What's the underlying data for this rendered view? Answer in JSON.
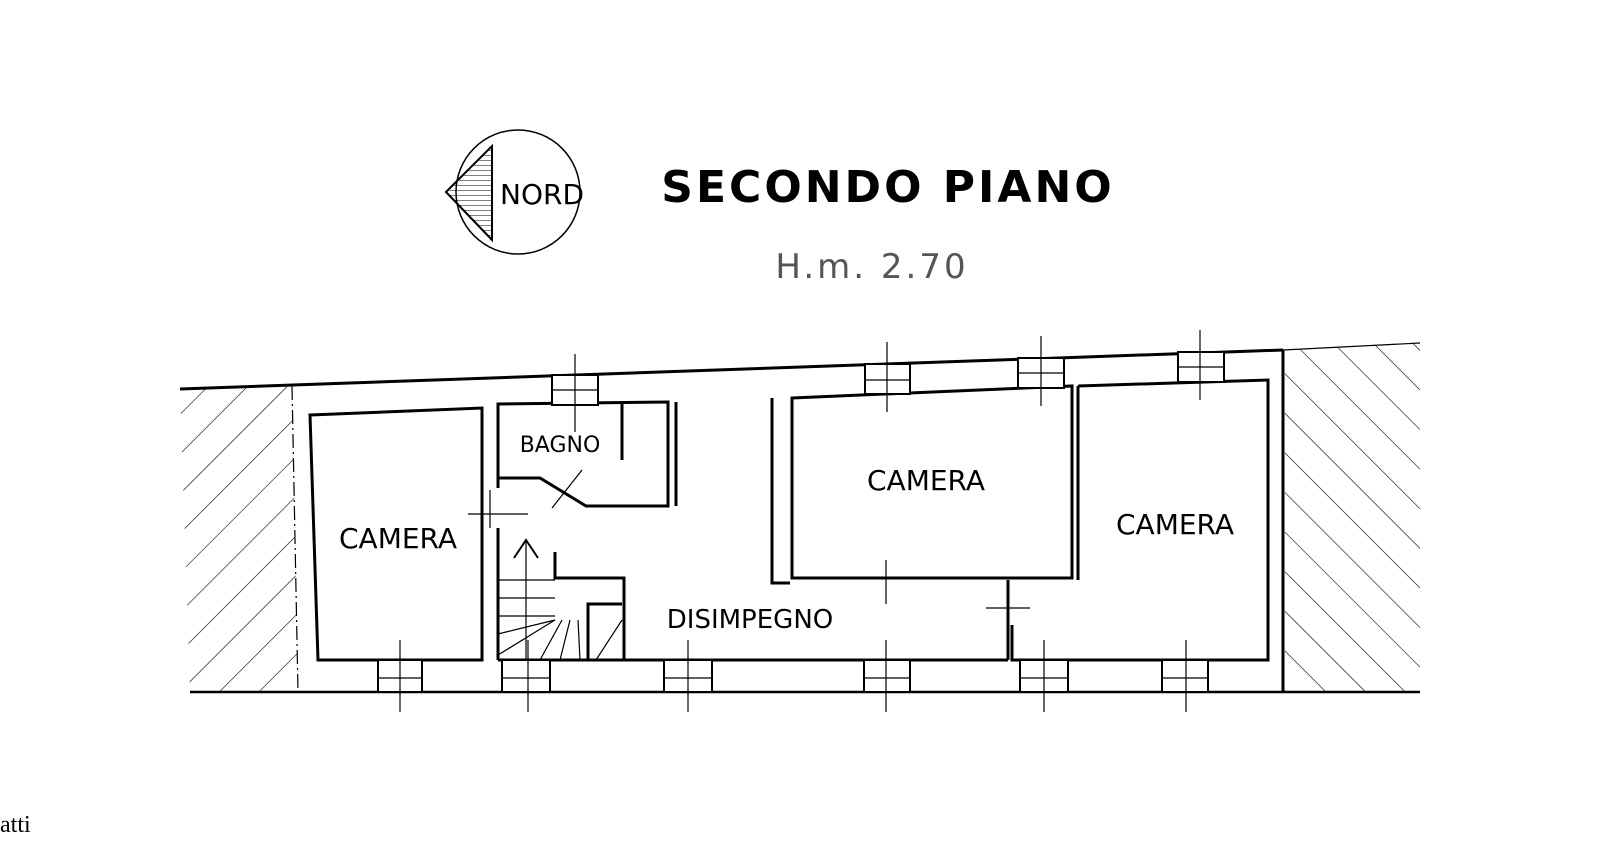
{
  "title": "SECONDO PIANO",
  "height_label": "H.m. 2.70",
  "north_label": "NORD",
  "rooms": [
    {
      "name": "BAGNO"
    },
    {
      "name": "CAMERA"
    },
    {
      "name": "CAMERA"
    },
    {
      "name": "CAMERA"
    },
    {
      "name": "DISIMPEGNO"
    }
  ],
  "footer_text": "atti",
  "colors": {
    "ink": "#000000",
    "subtitle": "#555555"
  }
}
